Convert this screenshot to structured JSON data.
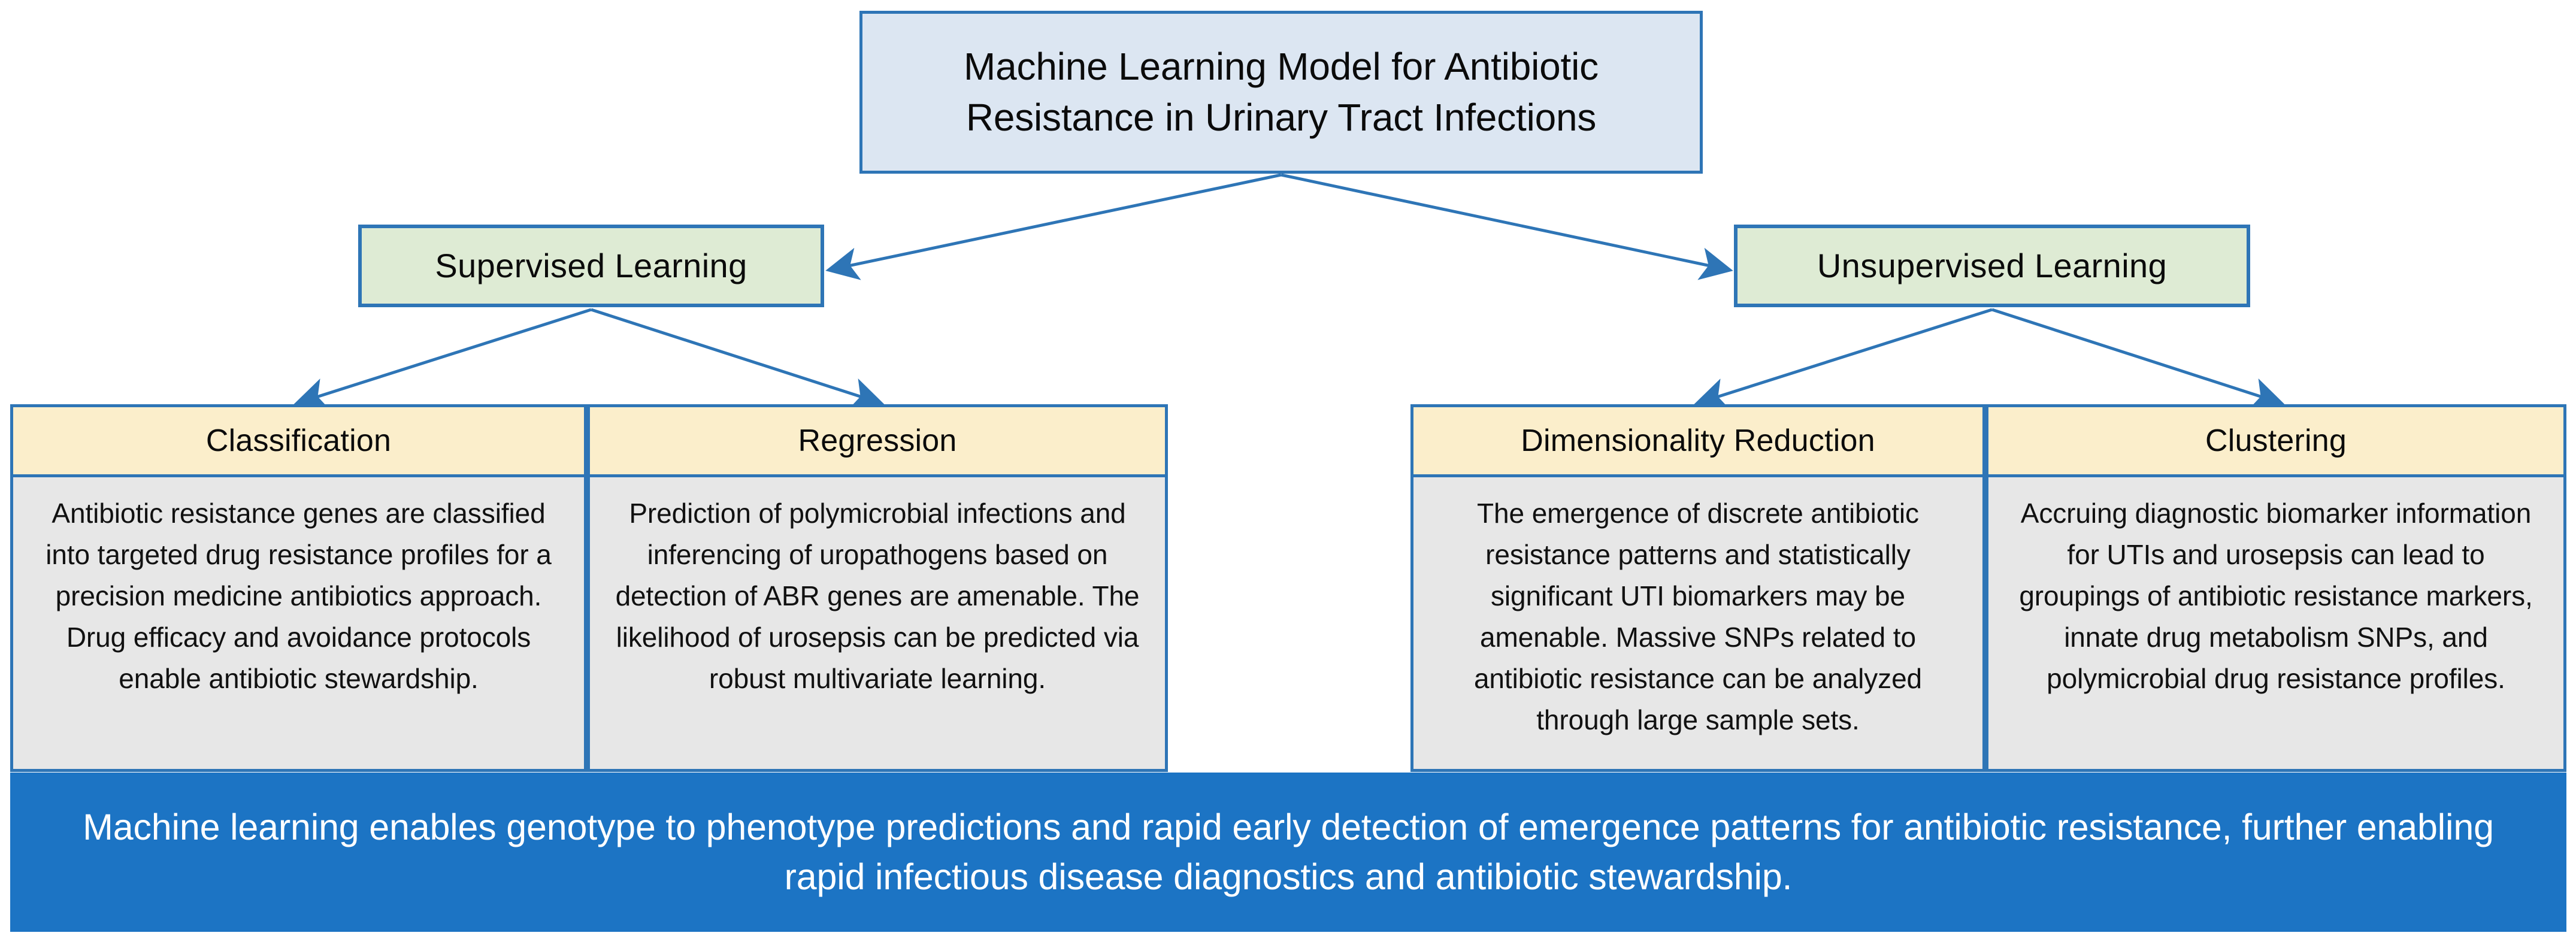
{
  "diagram": {
    "root": {
      "label": "Machine Learning Model for Antibiotic Resistance in Urinary Tract Infections",
      "fill": "#DCE6F2",
      "border": "#2E75B6"
    },
    "branches": [
      {
        "label": "Supervised Learning",
        "fill": "#DEEBD4",
        "border": "#2E75B6"
      },
      {
        "label": "Unsupervised Learning",
        "fill": "#DEEBD4",
        "border": "#2E75B6"
      }
    ],
    "cards": [
      {
        "title": "Classification",
        "body": "Antibiotic resistance genes are classified into targeted drug resistance profiles for a precision medicine antibiotics approach. Drug efficacy and avoidance protocols enable antibiotic stewardship.",
        "parent": "Supervised Learning"
      },
      {
        "title": "Regression",
        "body": "Prediction of polymicrobial infections and inferencing of uropathogens based on detection of ABR genes are amenable. The likelihood of urosepsis can be predicted via robust multivariate learning.",
        "parent": "Supervised Learning"
      },
      {
        "title": "Dimensionality Reduction",
        "body": "The emergence of discrete antibiotic resistance patterns and statistically significant UTI biomarkers may be amenable. Massive SNPs related to antibiotic resistance can be analyzed through large sample sets.",
        "parent": "Unsupervised Learning"
      },
      {
        "title": "Clustering",
        "body": "Accruing diagnostic biomarker information for UTIs and urosepsis can lead to groupings of antibiotic resistance markers, innate drug metabolism SNPs, and polymicrobial drug resistance profiles.",
        "parent": "Unsupervised Learning"
      }
    ],
    "summary": {
      "text": "Machine learning enables genotype to phenotype predictions and rapid early detection of emergence patterns for antibiotic resistance, further enabling rapid infectious disease diagnostics and antibiotic stewardship.",
      "fill": "#1C74C4",
      "text_color": "#FFFFFF"
    },
    "card_header_fill": "#FBEECB",
    "card_body_fill": "#E7E7E7",
    "connector_color": "#2E75B6"
  }
}
